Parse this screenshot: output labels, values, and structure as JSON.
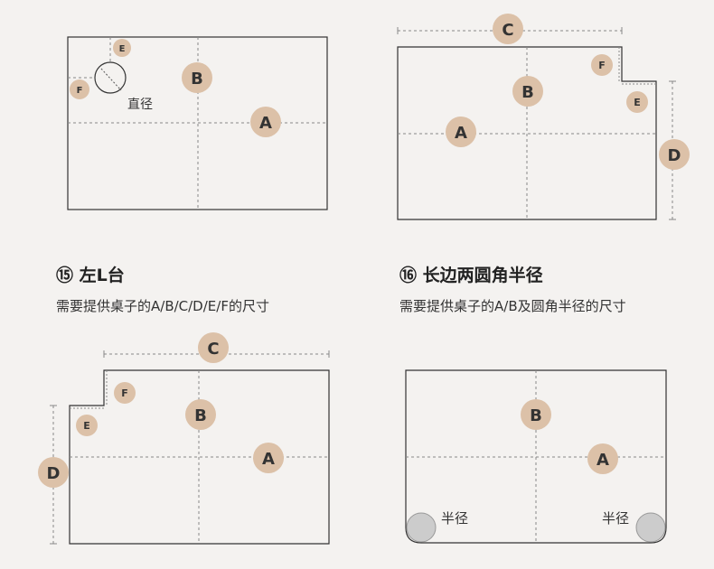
{
  "colors": {
    "background": "#f4f2f0",
    "outline": "#333333",
    "dashed": "#888888",
    "badge": "#dcc1a8",
    "corner_circle": "#cccccc",
    "text": "#222222"
  },
  "diagram_top_left": {
    "badges": {
      "a": "A",
      "b": "B",
      "e": "E",
      "f": "F"
    },
    "diameter_label": "直径"
  },
  "diagram_top_right": {
    "badges": {
      "a": "A",
      "b": "B",
      "c": "C",
      "d": "D",
      "e": "E",
      "f": "F"
    }
  },
  "section_15": {
    "title": "⑮ 左L台",
    "description": "需要提供桌子的A/B/C/D/E/F的尺寸"
  },
  "section_16": {
    "title": "⑯ 长边两圆角半径",
    "description": "需要提供桌子的A/B及圆角半径的尺寸"
  },
  "diagram_bottom_left": {
    "badges": {
      "a": "A",
      "b": "B",
      "c": "C",
      "d": "D",
      "e": "E",
      "f": "F"
    }
  },
  "diagram_bottom_right": {
    "badges": {
      "a": "A",
      "b": "B"
    },
    "radius_left_label": "半径",
    "radius_right_label": "半径"
  }
}
